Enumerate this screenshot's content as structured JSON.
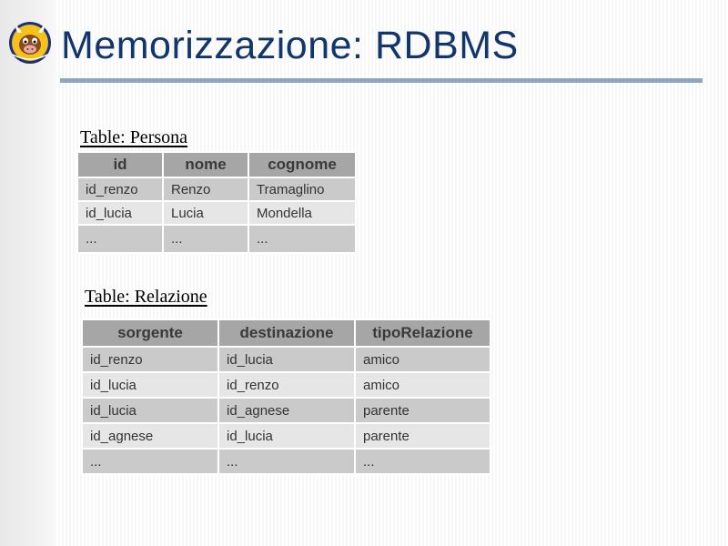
{
  "slide": {
    "title": "Memorizzazione: RDBMS",
    "logo_icon": "cartoon-cow-logo-icon"
  },
  "persona": {
    "caption": "Table: Persona",
    "headers": [
      "id",
      "nome",
      "cognome"
    ],
    "rows": [
      [
        "id_renzo",
        "Renzo",
        "Tramaglino"
      ],
      [
        "id_lucia",
        "Lucia",
        "Mondella"
      ],
      [
        "...",
        "...",
        "..."
      ]
    ]
  },
  "relazione": {
    "caption": "Table: Relazione",
    "headers": [
      "sorgente",
      "destinazione",
      "tipoRelazione"
    ],
    "rows": [
      [
        "id_renzo",
        "id_lucia",
        "amico"
      ],
      [
        "id_lucia",
        "id_renzo",
        "amico"
      ],
      [
        "id_lucia",
        "id_agnese",
        "parente"
      ],
      [
        "id_agnese",
        "id_lucia",
        "parente"
      ],
      [
        "...",
        "...",
        "..."
      ]
    ]
  },
  "colors": {
    "title": "#12366b",
    "rule": "#90a6bf",
    "header_fill": "#a6a6a6",
    "row_odd_fill": "#cacaca",
    "row_even_fill": "#e6e6e6"
  }
}
